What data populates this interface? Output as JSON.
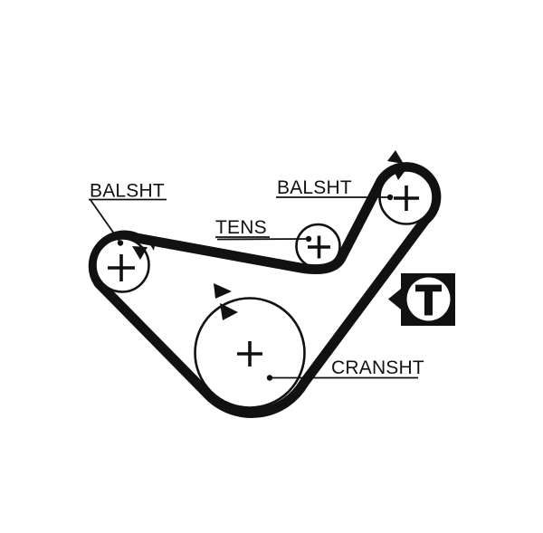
{
  "background_color": "#ffffff",
  "ink_color": "#111111",
  "diagram_type": "timing-belt-routing",
  "labels": {
    "balsht_left": "BALSHT",
    "tens": "TENS",
    "balsht_right": "BALSHT",
    "cransht": "CRANSHT"
  },
  "t_mark": {
    "letter": "T"
  },
  "pulleys": [
    {
      "name": "balance-shaft-left",
      "label": "BALSHT",
      "center_mark": "+"
    },
    {
      "name": "tensioner",
      "label": "TENS",
      "center_mark": "+"
    },
    {
      "name": "balance-shaft-right",
      "label": "BALSHT",
      "center_mark": "+"
    },
    {
      "name": "crankshaft",
      "label": "CRANSHT",
      "center_mark": "+"
    }
  ],
  "icons": {
    "rotation_arrow": "solid-triangle",
    "timing_mark_badge": "T-in-circle-on-black-square-with-left-arrow"
  }
}
